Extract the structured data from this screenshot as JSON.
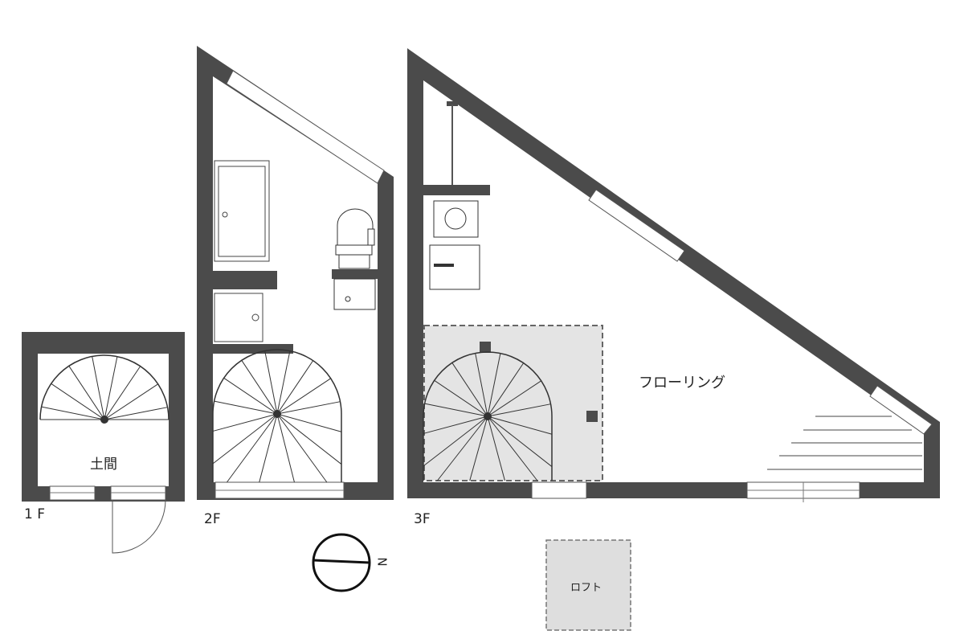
{
  "floors": [
    {
      "label": "1 F",
      "room": "土間"
    },
    {
      "label": "2F"
    },
    {
      "label": "3F",
      "room": "フローリング"
    }
  ],
  "loft_legend": "ロフト",
  "compass": {
    "label": "N"
  },
  "colors": {
    "wall": "#4b4b4b",
    "loft_fill": "#e4e4e4",
    "line": "#333333"
  }
}
